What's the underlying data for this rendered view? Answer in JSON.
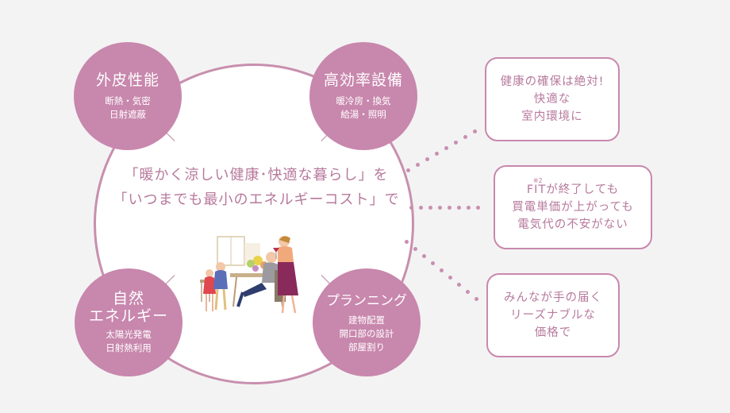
{
  "headline": {
    "line1": "「暖かく涼しい健康･快適な暮らし」を",
    "line2": "「いつまでも最小のエネルギーコスト」で"
  },
  "nodes": [
    {
      "title": "外皮性能",
      "lines": [
        "断熱・気密",
        "日射遮蔽"
      ]
    },
    {
      "title": "高効率設備",
      "lines": [
        "暖冷房・換気",
        "給湯・照明"
      ]
    },
    {
      "title_lines": [
        "自然",
        "エネルギー"
      ],
      "lines": [
        "太陽光発電",
        "日射熱利用"
      ]
    },
    {
      "title": "プランニング",
      "lines": [
        "建物配置",
        "開口部の設計",
        "部屋割り"
      ]
    }
  ],
  "boxes": [
    {
      "lines": [
        "健康の確保は絶対!",
        "快適な",
        "室内環境に"
      ]
    },
    {
      "prefix": "FIT",
      "sup": "※2",
      "line1_rest": "が終了しても",
      "lines_rest": [
        "買電単価が上がっても",
        "電気代の不安がない"
      ]
    },
    {
      "lines": [
        "みんなが手の届く",
        "リーズナブルな",
        "価格で"
      ]
    }
  ],
  "colors": {
    "accent": "#c887ad",
    "text_pink": "#b7799c",
    "background": "#f3f3f3"
  },
  "illustration": "family-dining-illustration"
}
